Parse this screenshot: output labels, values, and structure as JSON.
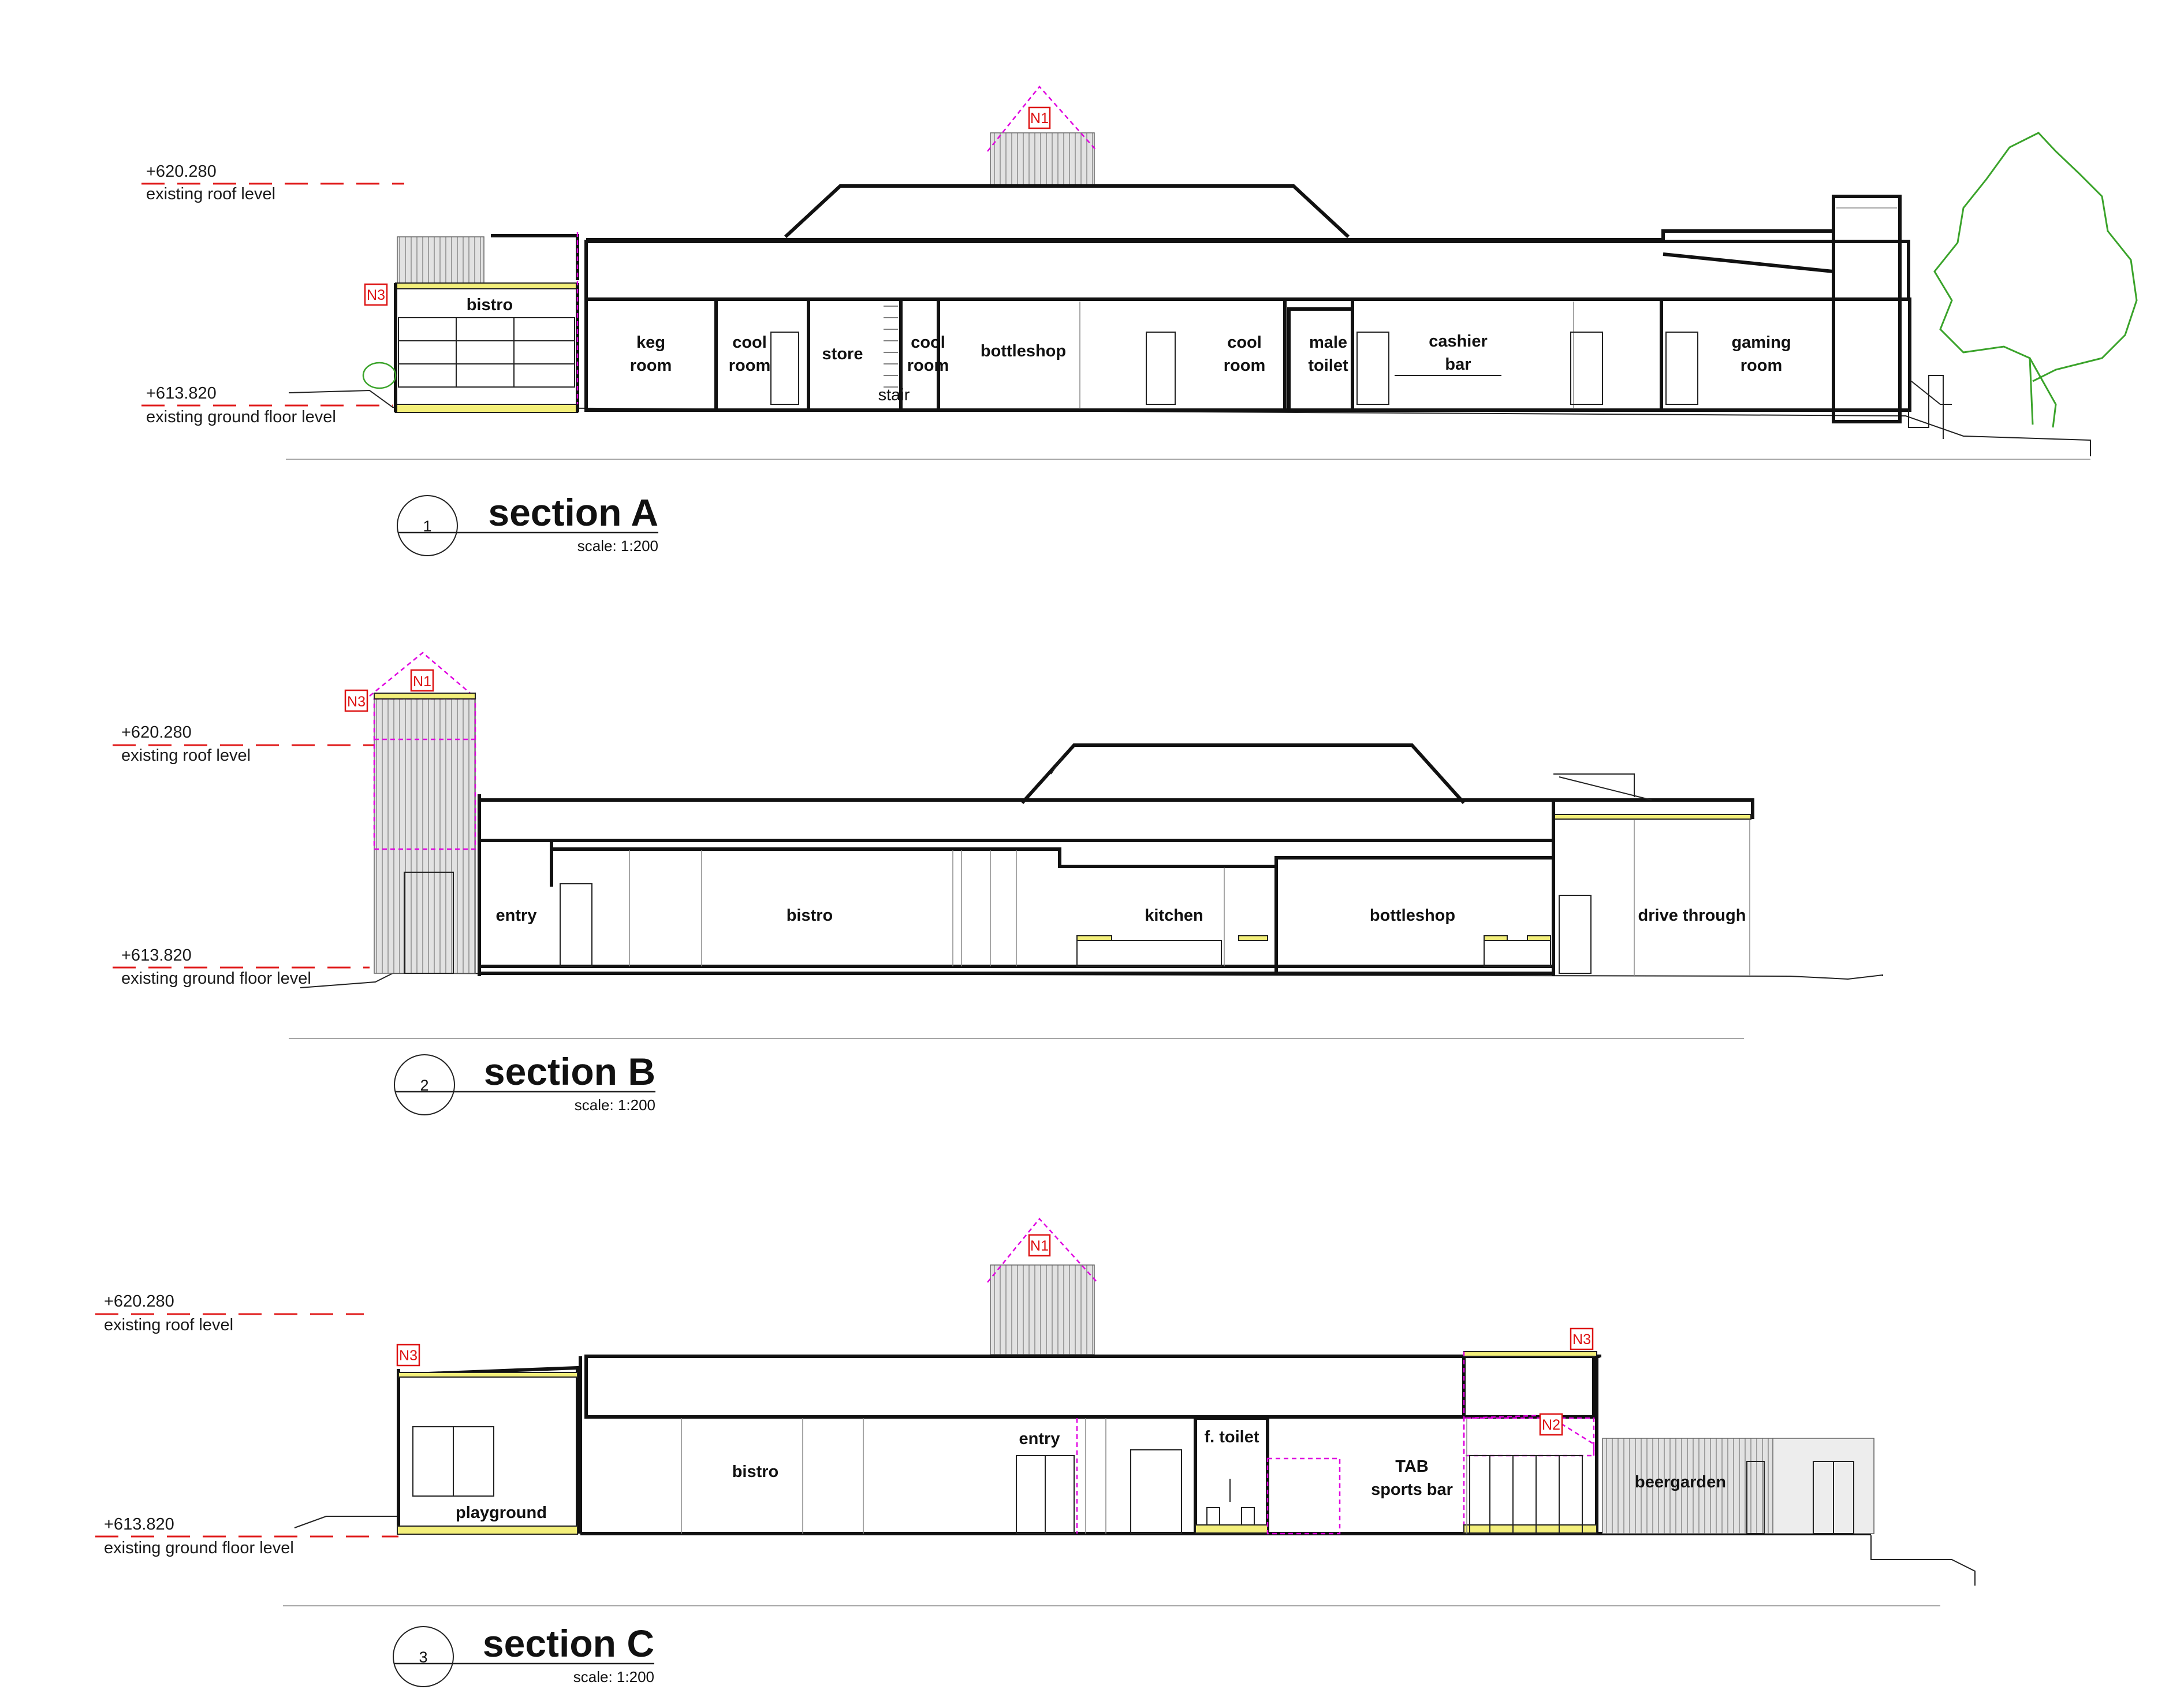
{
  "levels": {
    "roof_value": "+620.280",
    "roof_label": "existing roof level",
    "ground_value": "+613.820",
    "ground_label": "existing ground floor level"
  },
  "tags": {
    "n1": "N1",
    "n2": "N2",
    "n3": "N3"
  },
  "sections": [
    {
      "number": "1",
      "title": "section A",
      "scale": "scale: 1:200",
      "rooms": {
        "bistro": "bistro",
        "keg": [
          "keg",
          "room"
        ],
        "cool1": [
          "cool",
          "room"
        ],
        "store": "store",
        "cool2": "cool",
        "cool2_b": "room",
        "stair": "stair",
        "bottleshop": "bottleshop",
        "cool3": [
          "cool",
          "room"
        ],
        "male_toilet": [
          "male",
          "toilet"
        ],
        "cashier": [
          "cashier",
          "bar"
        ],
        "gaming": [
          "gaming",
          "room"
        ]
      }
    },
    {
      "number": "2",
      "title": "section B",
      "scale": "scale: 1:200",
      "rooms": {
        "entry": "entry",
        "bistro": "bistro",
        "kitchen": "kitchen",
        "bottleshop": "bottleshop",
        "drive": "drive through"
      }
    },
    {
      "number": "3",
      "title": "section C",
      "scale": "scale: 1:200",
      "rooms": {
        "playground": "playground",
        "bistro": "bistro",
        "entry": "entry",
        "f_toilet": "f. toilet",
        "tab": [
          "TAB",
          "sports bar"
        ],
        "beergarden": "beergarden"
      }
    }
  ]
}
